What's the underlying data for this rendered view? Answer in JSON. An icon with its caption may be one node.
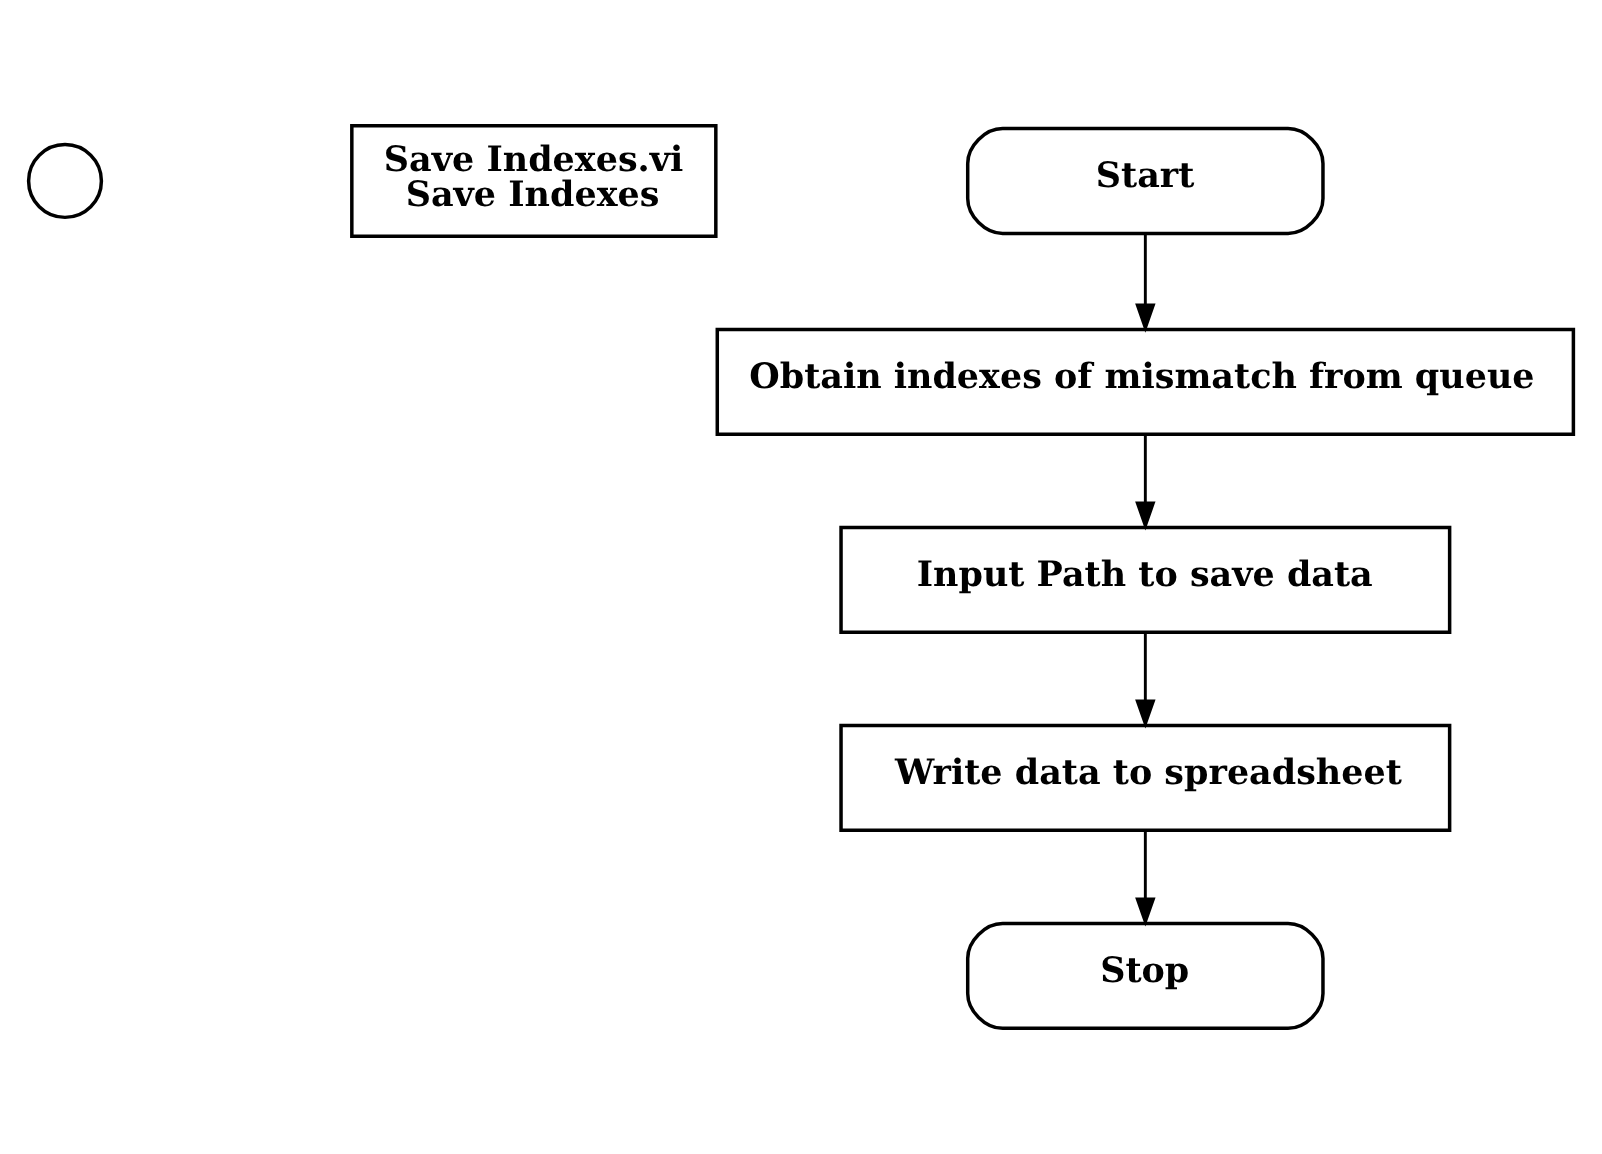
{
  "diagram": {
    "nodes": [
      {
        "text": [],
        "shape": "circle"
      },
      {
        "text": [
          "Save Indexes.vi",
          "Save Indexes"
        ]
      },
      {
        "text": [
          "Start"
        ]
      },
      {
        "text": [
          "Obtain indexes of mismatch from queue"
        ]
      },
      {
        "text": [
          "Input Path to save data"
        ]
      },
      {
        "text": [
          "Write data to spreadsheet"
        ]
      },
      {
        "text": [
          "Stop"
        ]
      }
    ],
    "edges": [
      {
        "from": 2,
        "to": 3,
        "arrow": "to"
      },
      {
        "from": 3,
        "to": 4,
        "arrow": "to"
      },
      {
        "from": 4,
        "to": 5,
        "arrow": "to"
      },
      {
        "from": 5,
        "to": 6,
        "arrow": "to"
      }
    ]
  }
}
